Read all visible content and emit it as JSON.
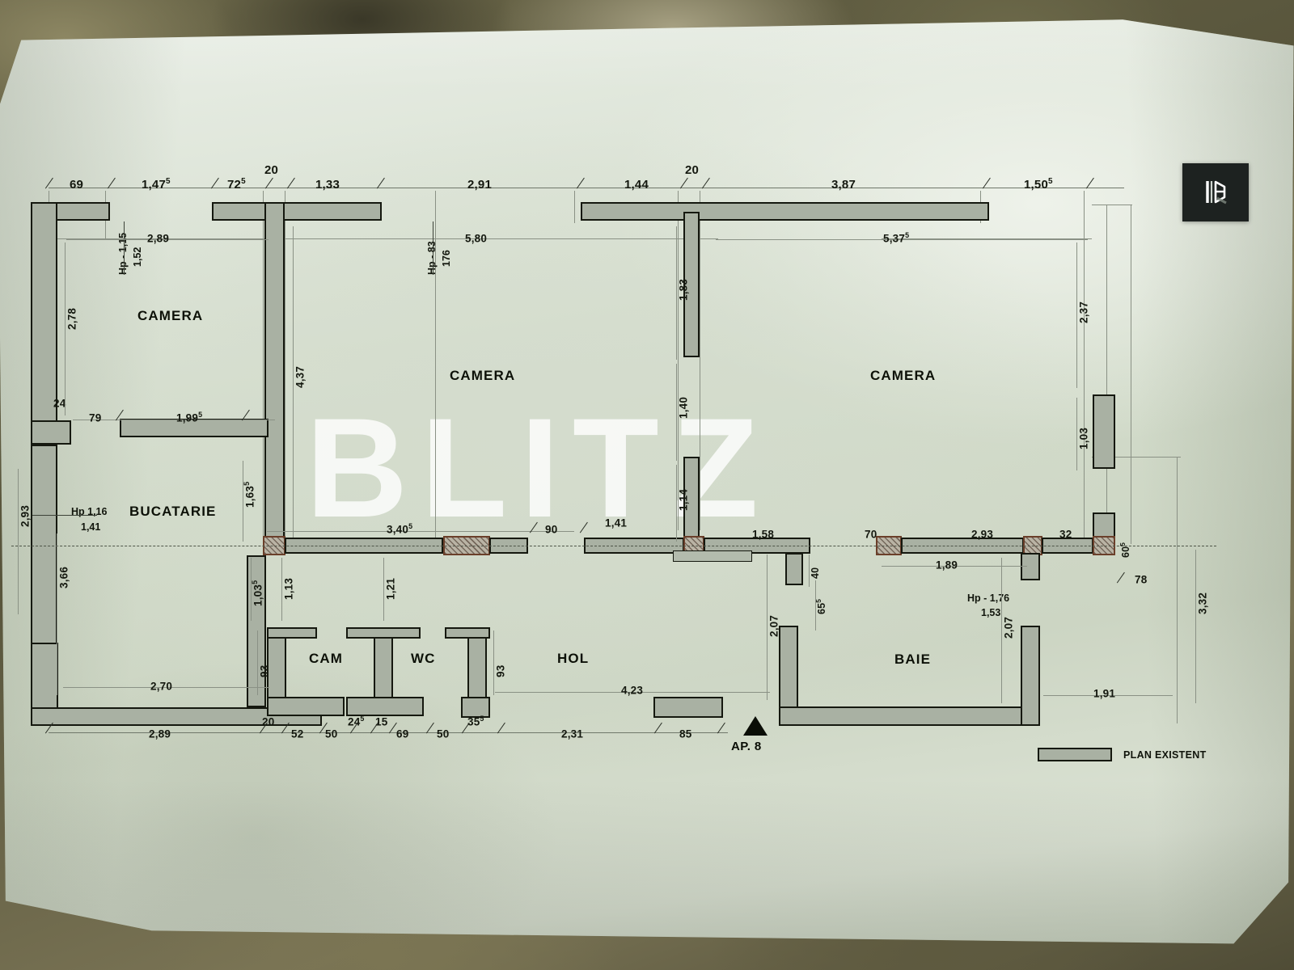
{
  "document": {
    "title": "PLAN EXISTENT",
    "watermark": "BLITZ",
    "apartment_marker": "AP. 8",
    "legend_label": "PLAN EXISTENT",
    "logo_alt": "blitz-logo"
  },
  "rooms": [
    {
      "name": "CAMERA",
      "id": "camera-left"
    },
    {
      "name": "CAMERA",
      "id": "camera-center"
    },
    {
      "name": "CAMERA",
      "id": "camera-right"
    },
    {
      "name": "BUCATARIE",
      "id": "bucatarie"
    },
    {
      "name": "CAM",
      "id": "cam"
    },
    {
      "name": "WC",
      "id": "wc"
    },
    {
      "name": "HOL",
      "id": "hol"
    },
    {
      "name": "BAIE",
      "id": "baie"
    }
  ],
  "dimensions": {
    "top_chain": [
      {
        "v": "69",
        "sup": ""
      },
      {
        "v": "1,47",
        "sup": "5"
      },
      {
        "v": "72",
        "sup": "5"
      },
      {
        "v": "20",
        "sup": ""
      },
      {
        "v": "1,33",
        "sup": ""
      },
      {
        "v": "2,91",
        "sup": ""
      },
      {
        "v": "1,44",
        "sup": ""
      },
      {
        "v": "20",
        "sup": ""
      },
      {
        "v": "3,87",
        "sup": ""
      },
      {
        "v": "1,50",
        "sup": "5"
      }
    ],
    "bottom_chain": [
      {
        "v": "2,89",
        "sup": ""
      },
      {
        "v": "20",
        "sup": ""
      },
      {
        "v": "52",
        "sup": ""
      },
      {
        "v": "50",
        "sup": ""
      },
      {
        "v": "24",
        "sup": "5"
      },
      {
        "v": "15",
        "sup": ""
      },
      {
        "v": "69",
        "sup": ""
      },
      {
        "v": "50",
        "sup": ""
      },
      {
        "v": "35",
        "sup": "5"
      },
      {
        "v": "2,31",
        "sup": ""
      },
      {
        "v": "85",
        "sup": ""
      }
    ],
    "interior": {
      "camera_left_width": {
        "v": "2,89",
        "sup": ""
      },
      "camera_left_height": {
        "v": "2,78",
        "sup": ""
      },
      "camera_left_jog": {
        "v": "24",
        "sup": ""
      },
      "camera_left_bottom_a": {
        "v": "79",
        "sup": ""
      },
      "camera_left_bottom_b": {
        "v": "1,99",
        "sup": "5"
      },
      "camera_center_width": {
        "v": "5,80",
        "sup": ""
      },
      "camera_center_height": {
        "v": "4,37",
        "sup": ""
      },
      "camera_right_width": {
        "v": "5,37",
        "sup": "5"
      },
      "camera_right_height": {
        "v": "2,37",
        "sup": ""
      },
      "partition_1_83": {
        "v": "1,83",
        "sup": ""
      },
      "partition_1_40": {
        "v": "1,40",
        "sup": ""
      },
      "partition_1_14": {
        "v": "1,14",
        "sup": ""
      },
      "right_1_03": {
        "v": "1,03",
        "sup": ""
      },
      "bucatarie_left": {
        "v": "2,93",
        "sup": ""
      },
      "bucatarie_3_66": {
        "v": "3,66",
        "sup": ""
      },
      "bucatarie_1_63": {
        "v": "1,63",
        "sup": "5"
      },
      "bucatarie_bottom": {
        "v": "2,70",
        "sup": ""
      },
      "corridor_3_40": {
        "v": "3,40",
        "sup": "5"
      },
      "corridor_90": {
        "v": "90",
        "sup": ""
      },
      "corridor_1_41": {
        "v": "1,41",
        "sup": ""
      },
      "corridor_1_58": {
        "v": "1,58",
        "sup": ""
      },
      "corridor_70": {
        "v": "70",
        "sup": ""
      },
      "baie_2_93": {
        "v": "2,93",
        "sup": ""
      },
      "baie_32": {
        "v": "32",
        "sup": ""
      },
      "baie_60": {
        "v": "60",
        "sup": "5"
      },
      "baie_1_89": {
        "v": "1,89",
        "sup": ""
      },
      "baie_78": {
        "v": "78",
        "sup": ""
      },
      "baie_1_91": {
        "v": "1,91",
        "sup": ""
      },
      "baie_2_07": {
        "v": "2,07",
        "sup": ""
      },
      "hol_2_07": {
        "v": "2,07",
        "sup": ""
      },
      "hol_4_23": {
        "v": "4,23",
        "sup": ""
      },
      "hol_40": {
        "v": "40",
        "sup": ""
      },
      "hol_65": {
        "v": "65",
        "sup": "5"
      },
      "cam_1_03": {
        "v": "1,03",
        "sup": "5"
      },
      "cam_1_13": {
        "v": "1,13",
        "sup": ""
      },
      "wc_1_21": {
        "v": "1,21",
        "sup": ""
      },
      "cam_93_left": {
        "v": "93",
        "sup": ""
      },
      "cam_93_right": {
        "v": "93",
        "sup": ""
      },
      "right_edge_3_32": {
        "v": "3,32",
        "sup": ""
      }
    },
    "window_heights": [
      {
        "label": "Hp - 1,15",
        "value": "1,52",
        "id": "hp-camera-left"
      },
      {
        "label": "Hp - 83",
        "value": "176",
        "id": "hp-camera-center"
      },
      {
        "label": "Hp 1,16",
        "value": "1,41",
        "id": "hp-bucatarie"
      },
      {
        "label": "Hp - 1,76",
        "value": "1,53",
        "id": "hp-baie"
      }
    ]
  },
  "colors": {
    "wall_fill": "#a9b1a3",
    "wall_stroke": "#15180f",
    "hatch_stroke": "#6b3f2a",
    "paper": "#d8e0d1",
    "dim_text": "#14180f",
    "logo_bg": "#1d2220"
  }
}
